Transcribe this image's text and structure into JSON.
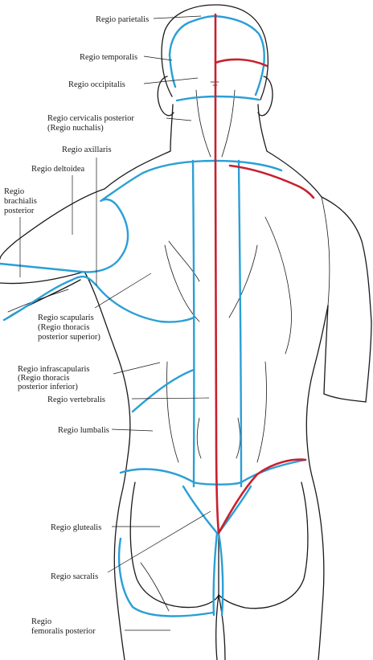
{
  "colors": {
    "region_border": "#2a9fd6",
    "midline": "#c8202f",
    "outline": "#1a1a1a"
  },
  "labels": {
    "parietalis": "Regio parietalis",
    "temporalis": "Regio temporalis",
    "occipitalis": "Regio  occipitalis",
    "cervicalis_1": "Regio cervicalis posterior",
    "cervicalis_2": "(Regio nuchalis)",
    "axillaris": "Regio axillaris",
    "deltoidea": "Regio deltoidea",
    "brachialis_1": "Regio",
    "brachialis_2": "brachialis",
    "brachialis_3": "posterior",
    "scapularis_1": "Regio scapularis",
    "scapularis_2": "(Regio thoracis",
    "scapularis_3": "posterior superior)",
    "infrascapularis_1": "Regio infrascapularis",
    "infrascapularis_2": "(Regio thoracis",
    "infrascapularis_3": "posterior inferior)",
    "vertebralis": "Regio vertebralis",
    "lumbalis": "Regio lumbalis",
    "glutealis": "Regio glutealis",
    "sacralis": "Regio sacralis",
    "femoralis_1": "Regio",
    "femoralis_2": "femoralis posterior"
  }
}
